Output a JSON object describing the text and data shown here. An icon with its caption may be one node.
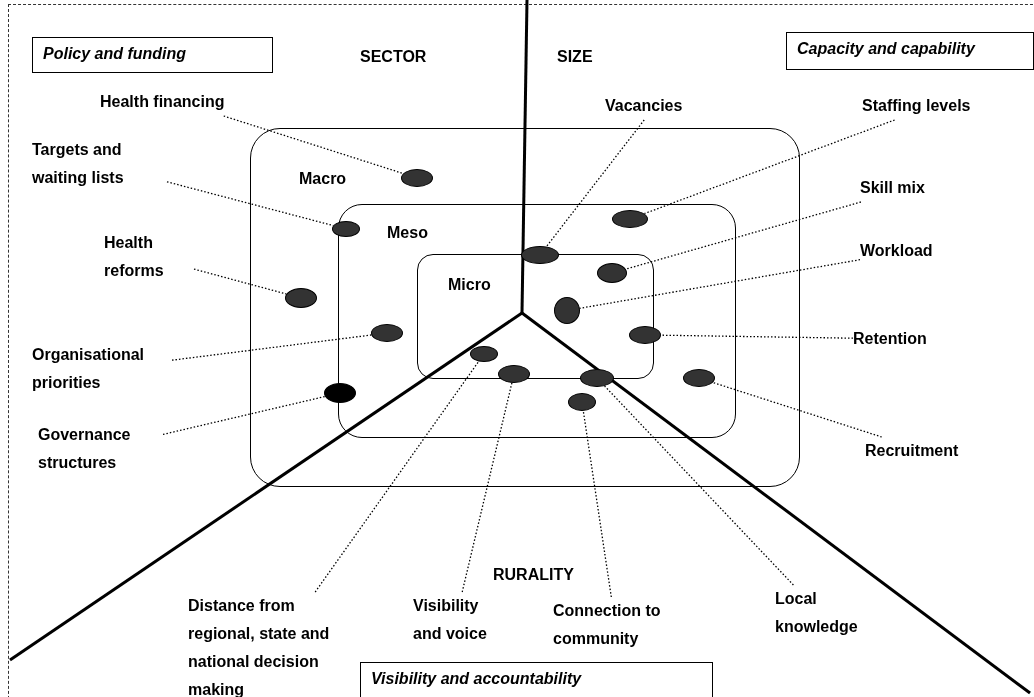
{
  "diagram": {
    "nodes": [
      {
        "text": [
          "Policy and funding"
        ]
      },
      {
        "text": [
          "Capacity and capability"
        ]
      },
      {
        "text": [
          "Visibility and accountability"
        ]
      },
      {
        "text": [
          "Macro"
        ]
      },
      {
        "text": [
          "Meso"
        ],
        "in": 3
      },
      {
        "text": [
          "Micro"
        ],
        "in": 4
      },
      {
        "text": [
          "Health financing"
        ]
      },
      {
        "text": [],
        "shape": "circle",
        "in": 3
      },
      {
        "text": [
          "Targets and waiting lists"
        ]
      },
      {
        "text": [],
        "shape": "circle",
        "in": 3
      },
      {
        "text": [
          "Health reforms"
        ]
      },
      {
        "text": [],
        "shape": "circle",
        "in": 3
      },
      {
        "text": [
          "Organisational priorities"
        ]
      },
      {
        "text": [],
        "shape": "circle",
        "in": 4
      },
      {
        "text": [
          "Governance structures"
        ]
      },
      {
        "text": [],
        "shape": "circle",
        "in": 3
      },
      {
        "text": [
          "Vacancies"
        ]
      },
      {
        "text": [],
        "shape": "circle",
        "in": 4
      },
      {
        "text": [
          "Staffing levels"
        ]
      },
      {
        "text": [],
        "shape": "circle",
        "in": 4
      },
      {
        "text": [
          "Skill mix"
        ]
      },
      {
        "text": [],
        "shape": "circle",
        "in": 5
      },
      {
        "text": [
          "Workload"
        ]
      },
      {
        "text": [],
        "shape": "circle",
        "in": 5
      },
      {
        "text": [
          "Retention"
        ]
      },
      {
        "text": [],
        "shape": "circle",
        "in": 4
      },
      {
        "text": [
          "Recruitment"
        ]
      },
      {
        "text": [],
        "shape": "circle",
        "in": 4
      },
      {
        "text": [
          "Distance from regional, state and national decision making"
        ]
      },
      {
        "text": [],
        "shape": "circle",
        "in": 5
      },
      {
        "text": [
          "Visibility and voice"
        ]
      },
      {
        "text": [],
        "shape": "circle",
        "in": 4
      },
      {
        "text": [
          "Connection to community"
        ]
      },
      {
        "text": [],
        "shape": "circle",
        "in": 4
      },
      {
        "text": [
          "Local knowledge"
        ]
      },
      {
        "text": [],
        "shape": "circle",
        "in": 4
      }
    ],
    "edges": [
      {
        "from": 6,
        "to": 7,
        "arrow": "none"
      },
      {
        "from": 8,
        "to": 9,
        "arrow": "none"
      },
      {
        "from": 10,
        "to": 11,
        "arrow": "none"
      },
      {
        "from": 12,
        "to": 13,
        "arrow": "none"
      },
      {
        "from": 14,
        "to": 15,
        "arrow": "none"
      },
      {
        "from": 16,
        "to": 17,
        "arrow": "none"
      },
      {
        "from": 18,
        "to": 19,
        "arrow": "none"
      },
      {
        "from": 20,
        "to": 21,
        "arrow": "none"
      },
      {
        "from": 22,
        "to": 23,
        "arrow": "none"
      },
      {
        "from": 24,
        "to": 25,
        "arrow": "none"
      },
      {
        "from": 26,
        "to": 27,
        "arrow": "none"
      },
      {
        "from": 28,
        "to": 29,
        "arrow": "none"
      },
      {
        "from": 30,
        "to": 31,
        "arrow": "none"
      },
      {
        "from": 32,
        "to": 33,
        "arrow": "none"
      },
      {
        "from": 34,
        "to": 35,
        "arrow": "none"
      }
    ],
    "labels": [
      "SECTOR",
      "SIZE",
      "RURALITY"
    ]
  }
}
